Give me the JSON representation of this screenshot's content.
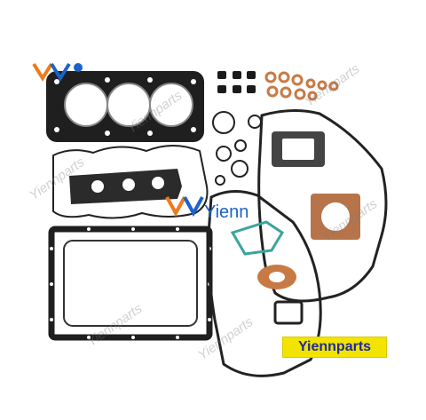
{
  "watermark": "Yiennparts",
  "center_logo_text": "Yienn",
  "brand_badge": "Yiennparts",
  "colors": {
    "gasket_black": "#222222",
    "copper": "#c87a45",
    "teal": "#3aa59a",
    "badge_bg": "#f3e400",
    "badge_text": "#1f2a9c",
    "logo_blue": "#1c63c9",
    "logo_orange": "#f07a1a"
  }
}
